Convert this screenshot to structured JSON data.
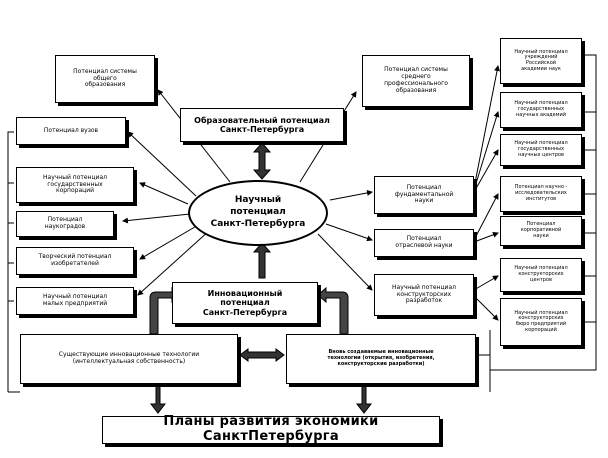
{
  "center": {
    "label": "Научный\nпотенциал\nСанкт-Петербурга"
  },
  "top_boxes": {
    "general_edu": "Потенциал системы\nобщего\nобразования",
    "secondary_edu": "Потенциал системы\nсреднего\nпрофессионального\nобразования",
    "educational_potential": "Образовательный потенциал\nСанкт-Петербурга"
  },
  "left_boxes": [
    "Потенциал вузов",
    "Научный потенциал\nгосударственных\nкорпораций",
    "Потенциал\nнаукоградов",
    "Творческий потенциал\nизобретателей",
    "Научный потенциал\nмалых предприятий"
  ],
  "middle_right_boxes": [
    "Потенциал\nфундаментальной\nнауки",
    "Потенциал\nотраслевой науки",
    "Научный потенциал\nконструкторских\nразработок"
  ],
  "far_right_boxes": [
    "Научный потенциал\nучреждений\nРоссийской\nакадемии наук",
    "Научный потенциал\nгосударственных\nнаучных академий",
    "Научный потенциал\nгосударственных\nнаучных центров",
    "Потенциал научно -\nисследовательских\nинститутов",
    "Потенциал\nкорпоративной\nнауки",
    "Научный потенциал\nконструкторских\nцентров",
    "Научный потенциал\nконструкторских\nбюро предприятий\nкорпораций"
  ],
  "innovation": "Инновационный\nпотенциал\nСанкт-Петербурга",
  "existing_tech": "Существующие инновационные технологии\n(интеллектуальная собственность)",
  "new_tech": "Вновь создаваемые инновационные\nтехнологии (открытия, изобретения,\nконструкторские разработки)",
  "plans": "Планы развития экономики СанктПетербурга"
}
